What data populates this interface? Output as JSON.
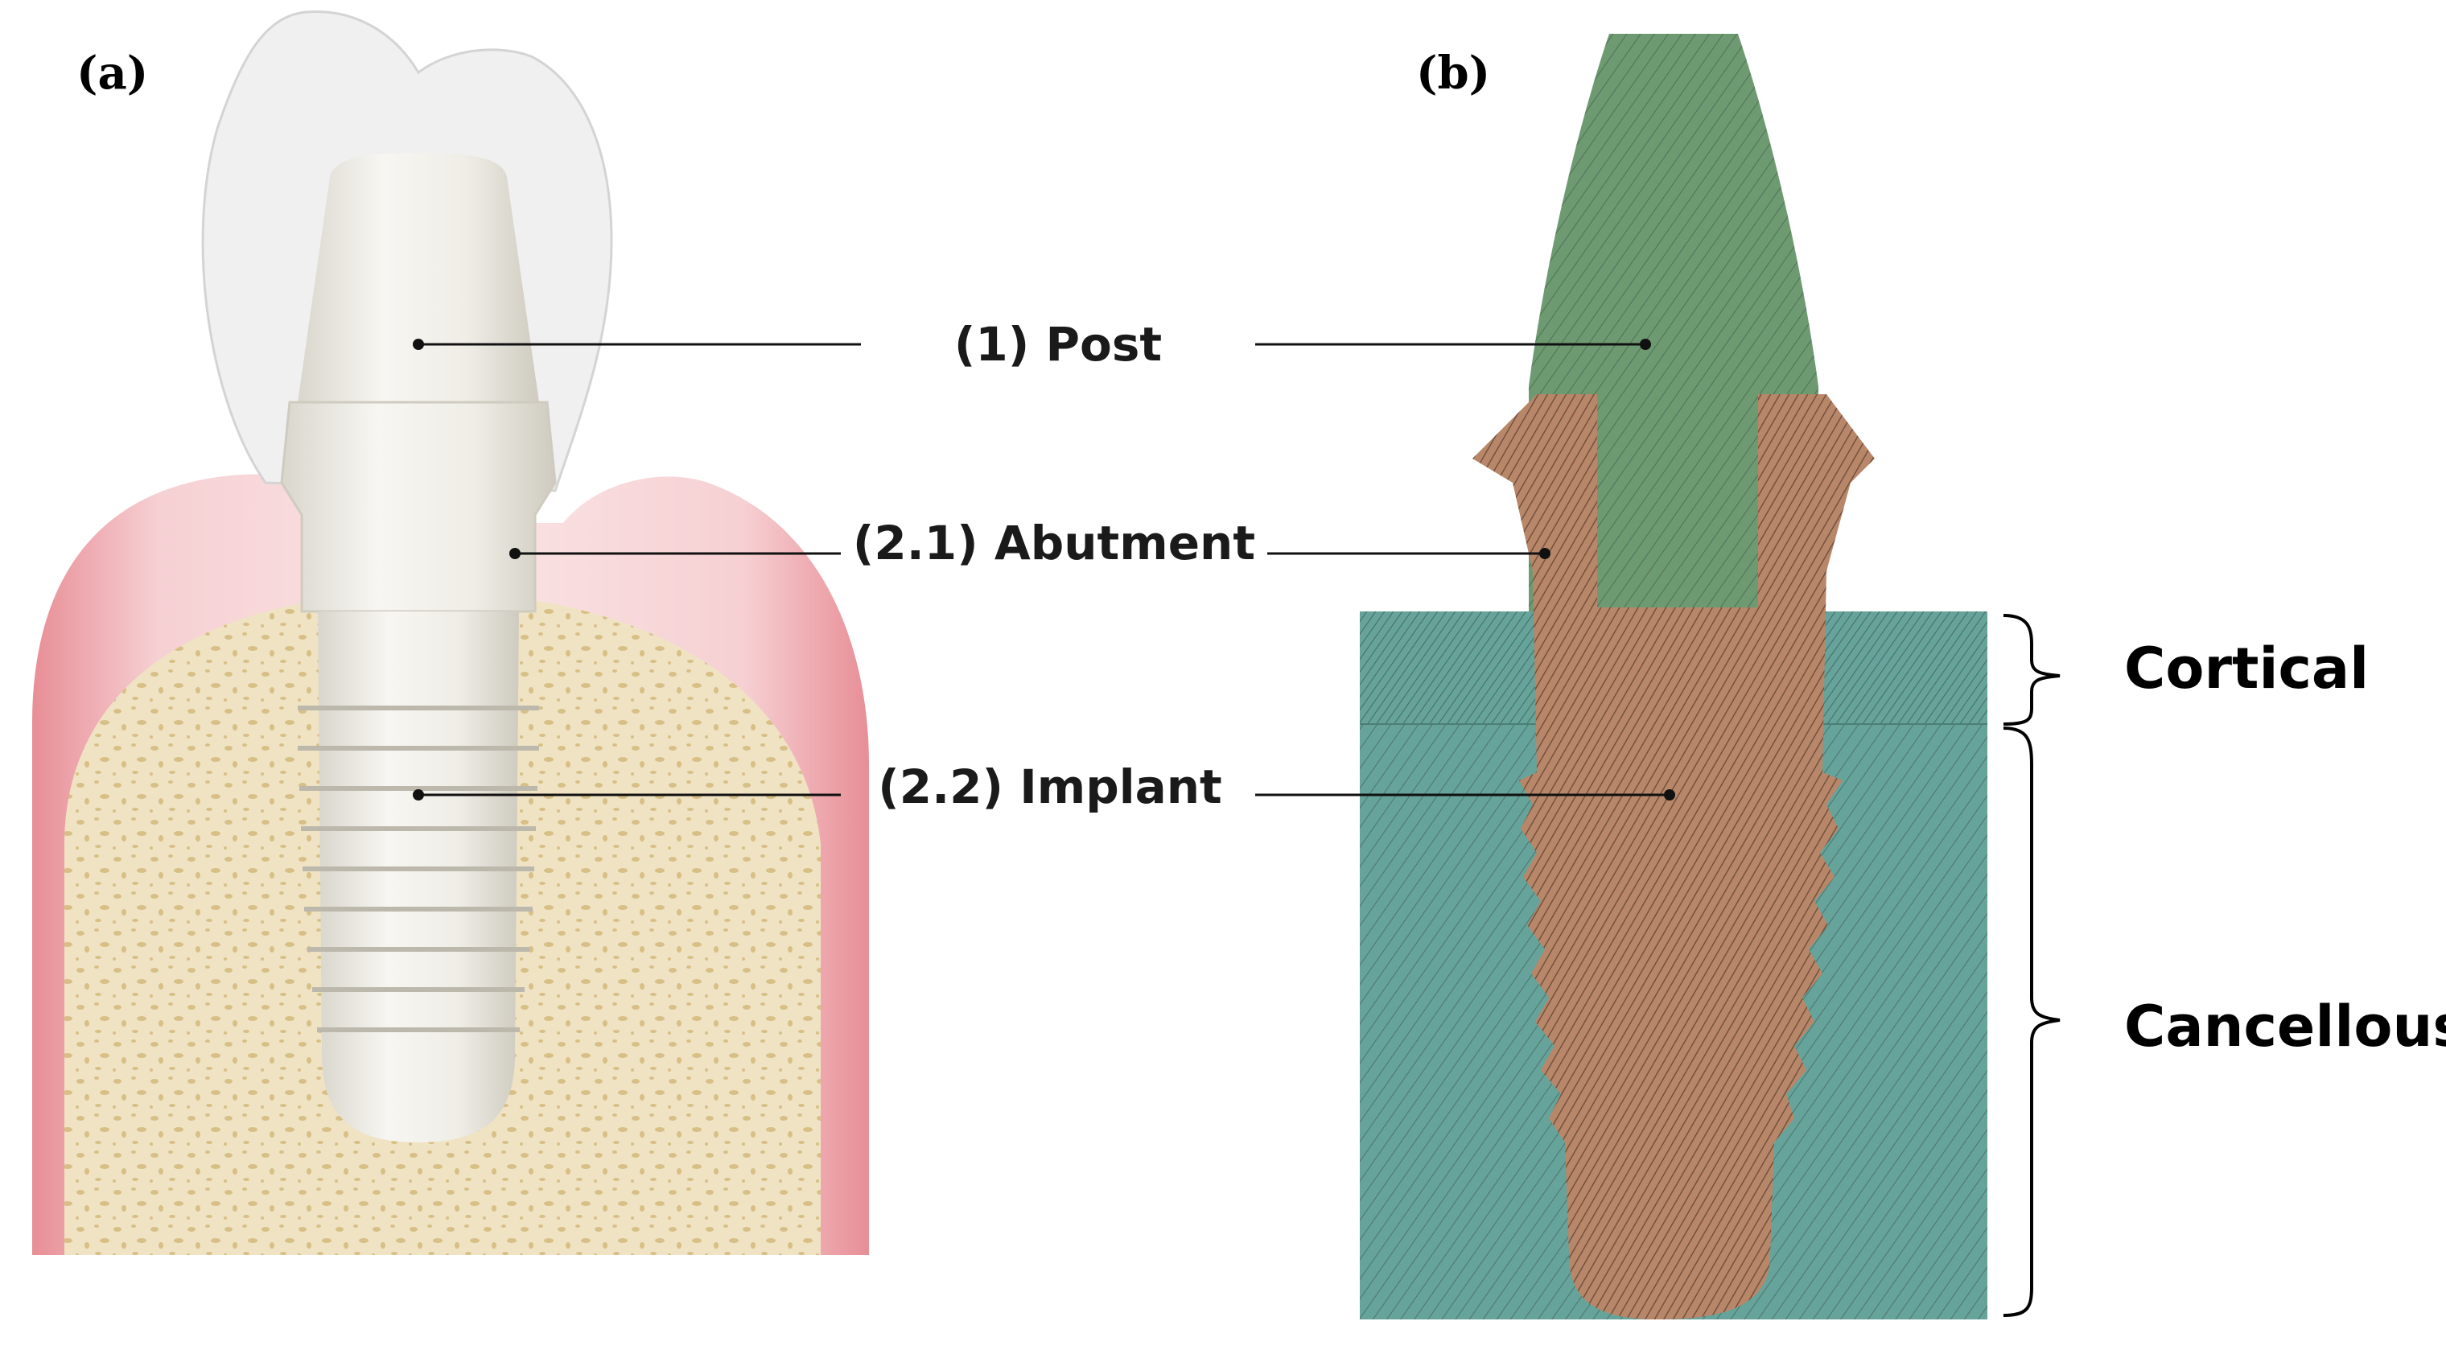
{
  "panels": {
    "a": "(a)",
    "b": "(b)"
  },
  "callouts": {
    "post": "(1) Post",
    "abutment": "(2.1) Abutment",
    "implant": "(2.2) Implant"
  },
  "bone_layers": {
    "cortical": "Cortical",
    "cancellous": "Cancellous"
  },
  "colors": {
    "gum": "#eaa1a6",
    "gum_light": "#f7d3d6",
    "bone": "#efe3c4",
    "bone_pores": "#d8bf86",
    "crown": "#eeeeee",
    "implant_white": "#f1efe8",
    "post_green": "#6e9a72",
    "abutment_brown": "#b8876a",
    "bone_teal": "#66a39a"
  }
}
